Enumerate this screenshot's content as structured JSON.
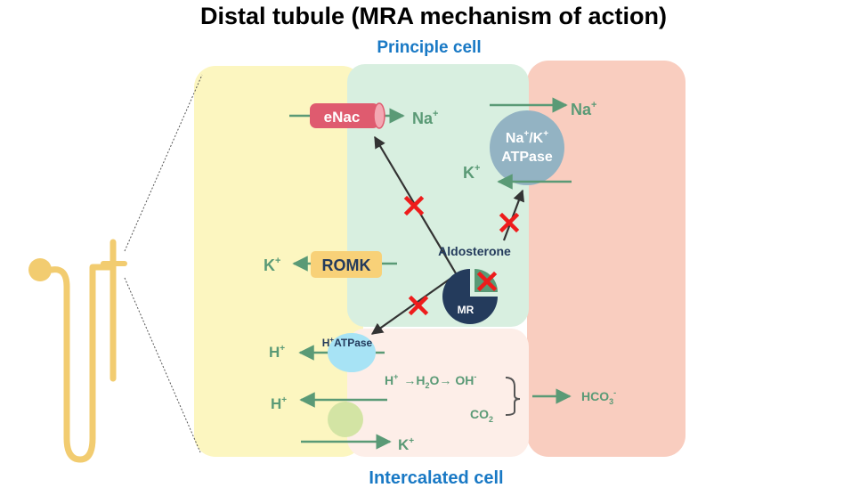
{
  "title": "Distal tubule (MRA mechanism of action)",
  "principle_cell_label": "Principle cell",
  "intercalated_cell_label": "Intercalated cell",
  "enac": {
    "label": "eNac",
    "ion": "Na",
    "charge": "+"
  },
  "romk": {
    "label": "ROMK",
    "ion": "K",
    "charge": "+"
  },
  "pump": {
    "line1_a": "Na",
    "line1_sup_a": "+",
    "line1_slash": "/K",
    "line1_sup_b": "+",
    "line2": "ATPase",
    "na_out": {
      "ion": "Na",
      "charge": "+"
    },
    "k_in": {
      "ion": "K",
      "charge": "+"
    }
  },
  "aldosterone": "Aldosterone",
  "mr": "MR",
  "h_atpase": {
    "h": "H",
    "sup": "+",
    "rest": "ATPase",
    "ion": "H",
    "charge": "+"
  },
  "reaction": {
    "h": "H",
    "h_sup": "+",
    "water": "H",
    "water_sub": "2",
    "water_o": "O",
    "oh": "OH",
    "oh_sup": "-",
    "co2": "CO",
    "co2_sub": "2",
    "hco3": "HCO",
    "hco3_sub": "3",
    "hco3_sup": "-"
  },
  "intercalated_h": {
    "ion": "H",
    "charge": "+"
  },
  "intercalated_k": {
    "ion": "K",
    "charge": "+"
  },
  "colors": {
    "lumen": "#fcf6c0",
    "principal_cell": "#d8efe0",
    "intercalated_cell": "#fdeee8",
    "interstitium": "#f9cdbf",
    "arrow_green": "#5a9a76",
    "enac": "#df5b6f",
    "romk": "#f8d178",
    "pump": "#93b3c3",
    "mr_navy": "#243b5c",
    "h_pump": "#a7e3f5",
    "exchanger": "#d3e4a4",
    "block_red": "#ee1c1c",
    "title_blue": "#1979c5",
    "nephron": "#f2cc70"
  }
}
